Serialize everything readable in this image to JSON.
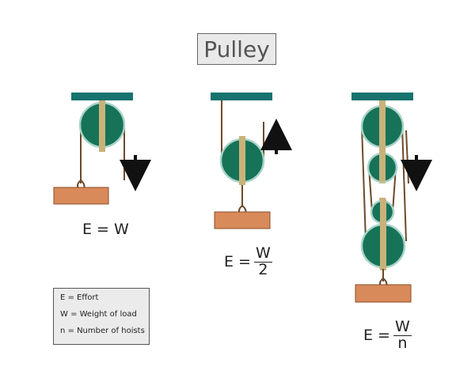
{
  "title": "Pulley",
  "colors": {
    "beam": "#18736f",
    "wheel": "#167358",
    "wheel_rim": "#a9d3c9",
    "strap": "#c9b27a",
    "rope": "#6b4a2b",
    "load": "#d98a5a",
    "load_border": "#8a4c2a",
    "arrow": "#111111"
  },
  "formulas": {
    "single": {
      "lhs": "E = W"
    },
    "movable": {
      "lhs": "E =",
      "num": "W",
      "den": "2"
    },
    "block": {
      "lhs": "E =",
      "num": "W",
      "den": "n"
    }
  },
  "legend": {
    "items": [
      "E = Effort",
      "W = Weight of load",
      "n = Number of hoists"
    ]
  },
  "arrows": [
    "down",
    "up",
    "down"
  ]
}
